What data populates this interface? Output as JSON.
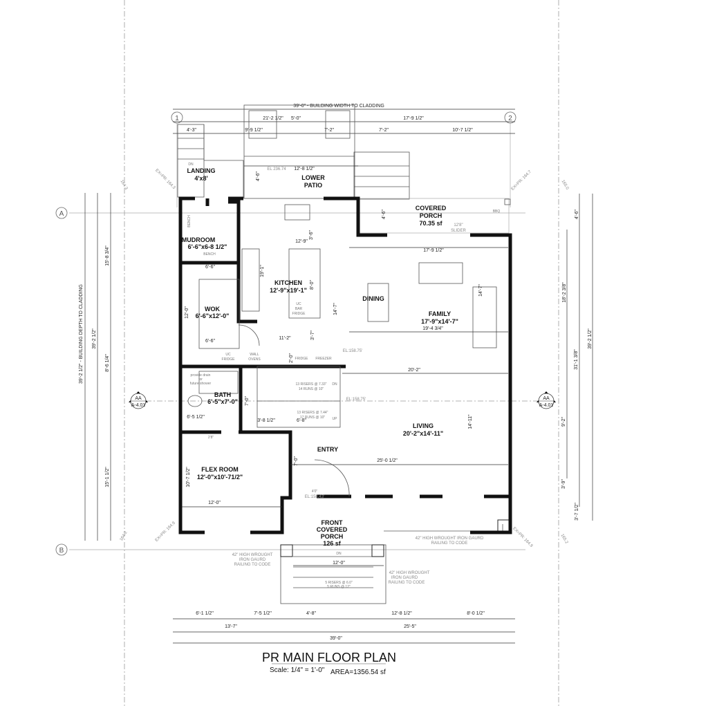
{
  "title": "PR MAIN FLOOR PLAN",
  "scale": "Scale: 1/4\" = 1'-0\"",
  "area": "AREA=1356.54 sf",
  "grid": {
    "g1": "1",
    "g2": "2",
    "gA": "A",
    "gB": "B"
  },
  "section": {
    "tag": "AA",
    "sheet": "A-4.01"
  },
  "rooms": {
    "landing": [
      "LANDING",
      "4'x8'"
    ],
    "lower_patio": [
      "LOWER",
      "PATIO"
    ],
    "covered_porch": [
      "COVERED",
      "PORCH",
      "70.35 sf"
    ],
    "mudroom": [
      "MUDROOM",
      "6'-6\"x6-8 1/2\""
    ],
    "wok": [
      "WOK",
      "6'-6\"x12'-0\""
    ],
    "kitchen": [
      "KITCHEN",
      "12'-9\"x19'-1\""
    ],
    "dining": [
      "DINING"
    ],
    "family": [
      "FAMILY",
      "17'-9\"x14'-7\""
    ],
    "bath": [
      "BATH",
      "6'-5\"x7'-0\""
    ],
    "living": [
      "LIVING",
      "20'-2\"x14'-11\""
    ],
    "entry": [
      "ENTRY"
    ],
    "flex": [
      "FLEX ROOM",
      "12'-0\"x10'-71/2\""
    ],
    "front_porch": [
      "FRONT",
      "COVERED",
      "PORCH",
      "126 sf"
    ]
  },
  "notes": {
    "dn": "DN",
    "up": "UP",
    "bbq": "BBQ",
    "bench": "BENCH",
    "slider": [
      "12'8\"",
      "SLIDER"
    ],
    "uc_bar_fridge": [
      "UC",
      "BAR",
      "FRIDGE"
    ],
    "uc_fridge": [
      "UC",
      "FRIDGE"
    ],
    "wall_ovens": [
      "WALL",
      "OVENS"
    ],
    "fridge": "FRIDGE",
    "freezer": "FREEZER",
    "el1": "EL 236.74",
    "el2": "EL:158.75'",
    "el3": "EL:158.75'",
    "el4": "EL:158.43'",
    "risers_dn": [
      "13 RISERS @ 7.33\"",
      "14 RUNS @ 10\""
    ],
    "risers_up": [
      "13 RISERS @ 7.44\"",
      "17 RUNS @ 10\""
    ],
    "risers_porch": [
      "5 RISERS @ 6.0\"",
      "5 RUNS @ 12\""
    ],
    "shower": [
      "provide drain",
      "for",
      "future shower"
    ],
    "railing": [
      "42\" HIGH WROUGHT",
      "IRON GAURD",
      "RAILING TO CODE"
    ],
    "railing_right": [
      "42\" HIGH WROUGHT IRON GAURD",
      "RAILING TO CODE"
    ],
    "door_4": "4'0\"",
    "door_2_8": "2'8\""
  },
  "elev": {
    "nw": "164.3",
    "ne": "165.0",
    "sw": "164.2",
    "se": "165.2",
    "ex_nw": "EX=PR: 164.3",
    "ex_ne": "EX=PR: 164.7",
    "ex_sw": "EX=PR: 164.9",
    "ex_se": "EX=PR: 164.9"
  },
  "dims": {
    "top_total": "39'-0\" - BUILDING WIDTH TO CLADDING",
    "top2": [
      "21'-2 1/2\"",
      "5'-0\"",
      "17'-9 1/2\""
    ],
    "top3": [
      "4'-3\"",
      "9'-9 1/2\"",
      "7'-2\"",
      "7'-2\"",
      "10'-7 1/2\""
    ],
    "patio": "12'-8 1/2\"",
    "patio_v": "4'-6\"",
    "porch_v": "4'-6\"",
    "kitchen_w": "12'-9\"",
    "kitchen_h": "19'-1\"",
    "island": "8'-0\"",
    "k_v": "3'-6\"",
    "wok_w1": "6'-6\"",
    "wok_w2": "6'-6\"",
    "wok_h": "12'-0\"",
    "k_bottom": "11'-2\"",
    "k_b_v": "3'-7\"",
    "fr_v": "2'-0\"",
    "family_w": "17'-9 1/2\"",
    "family_w2": "19'-4 3/4\"",
    "family_h": "14'-7\"",
    "din_h": "14'-7\"",
    "living_w": "20'-2\"",
    "living_h": "14'-11\"",
    "entry_w": "25'-0 1/2\"",
    "entry_v": "7'-0\"",
    "bath_w": "6'-5 1/2\"",
    "stair1": "3'-8 1/2\"",
    "stair2": "6'-8\"",
    "stair_v": "7'-0\"",
    "flex_w": "12'-0\"",
    "flex_h": "10'-7 1/2\"",
    "porch_w": "12'-0\"",
    "bot1": [
      "6'-1 1/2\"",
      "7'-5 1/2\"",
      "4'-8\"",
      "12'-8 1/2\"",
      "8'-0 1/2\""
    ],
    "bot2": [
      "13'-7\"",
      "25'-5\""
    ],
    "bot3": "39'-0\"",
    "left_total": "39'-2 1/2\" - BUILDING DEPTH TO CLADDING",
    "left2": "39'-2 1/2\"",
    "left3": [
      "15'-8 3/4\"",
      "8'-6 1/4\"",
      "15'-1 1/2\""
    ],
    "right": [
      "4'-6\"",
      "18'-2 3/8\"",
      "31'-1 3/8\"",
      "39'-2 1/2\"",
      "9'-2\"",
      "3'-9\"",
      "3'-7 1/2\""
    ]
  }
}
